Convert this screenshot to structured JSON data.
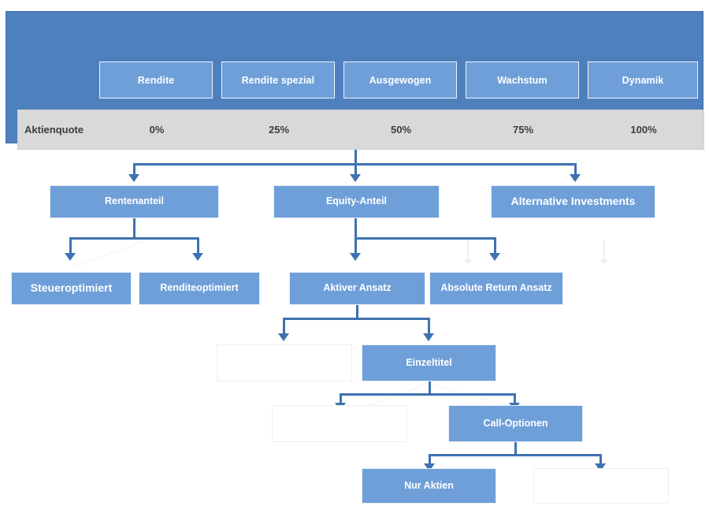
{
  "header": {
    "row_label": "Aktienquote",
    "strategies": [
      {
        "name": "Rendite",
        "aktienquote": "0%"
      },
      {
        "name": "Rendite spezial",
        "aktienquote": "25%"
      },
      {
        "name": "Ausgewogen",
        "aktienquote": "50%"
      },
      {
        "name": "Wachstum",
        "aktienquote": "75%"
      },
      {
        "name": "Dynamik",
        "aktienquote": "100%"
      }
    ]
  },
  "tree": {
    "level1": [
      {
        "label": "Rentenanteil"
      },
      {
        "label": "Equity-Anteil"
      },
      {
        "label": "Alternative Investments"
      }
    ],
    "level2": [
      {
        "label": "Steueroptimiert"
      },
      {
        "label": "Renditeoptimiert"
      },
      {
        "label": "Aktiver Ansatz"
      },
      {
        "label": "Absolute Return Ansatz"
      }
    ],
    "level3": [
      {
        "label": ""
      },
      {
        "label": "Einzeltitel"
      }
    ],
    "level4": [
      {
        "label": ""
      },
      {
        "label": "Call-Optionen"
      }
    ],
    "level5": [
      {
        "label": "Nur Aktien"
      },
      {
        "label": ""
      }
    ]
  },
  "colors": {
    "panel_background": "#4E80BE",
    "node_fill": "#6F9FD8",
    "connector": "#3F72B0",
    "table_row": "#D9D9D9",
    "node_text": "#FFFFFF",
    "table_text": "#3D3D3D"
  }
}
